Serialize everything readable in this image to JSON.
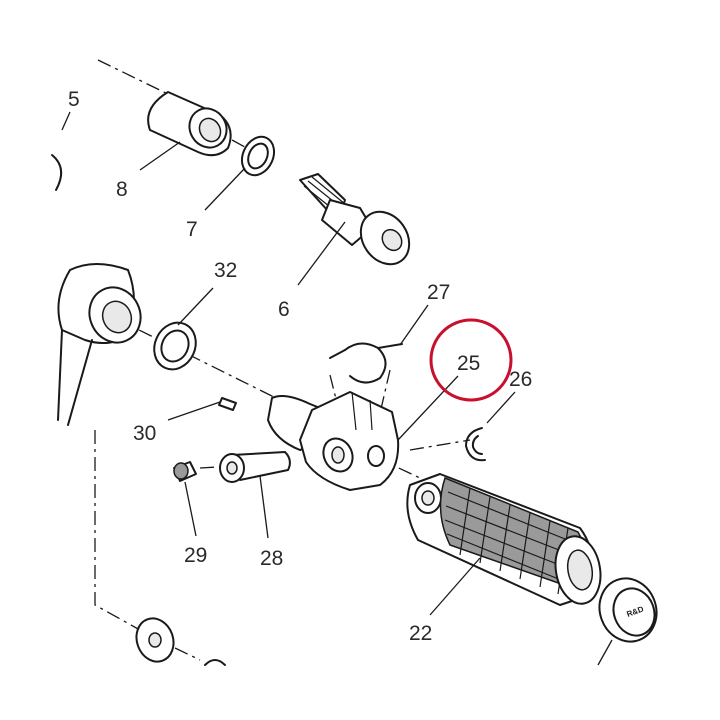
{
  "callouts": [
    {
      "id": "5",
      "text": "5"
    },
    {
      "id": "8",
      "text": "8"
    },
    {
      "id": "7",
      "text": "7"
    },
    {
      "id": "6",
      "text": "6"
    },
    {
      "id": "32",
      "text": "32"
    },
    {
      "id": "27",
      "text": "27"
    },
    {
      "id": "25",
      "text": "25"
    },
    {
      "id": "26",
      "text": "26"
    },
    {
      "id": "30",
      "text": "30"
    },
    {
      "id": "29",
      "text": "29"
    },
    {
      "id": "28",
      "text": "28"
    },
    {
      "id": "22",
      "text": "22"
    }
  ],
  "highlight": {
    "target": "25",
    "color": "#c8102e"
  },
  "cap_logo_text": "R&D"
}
